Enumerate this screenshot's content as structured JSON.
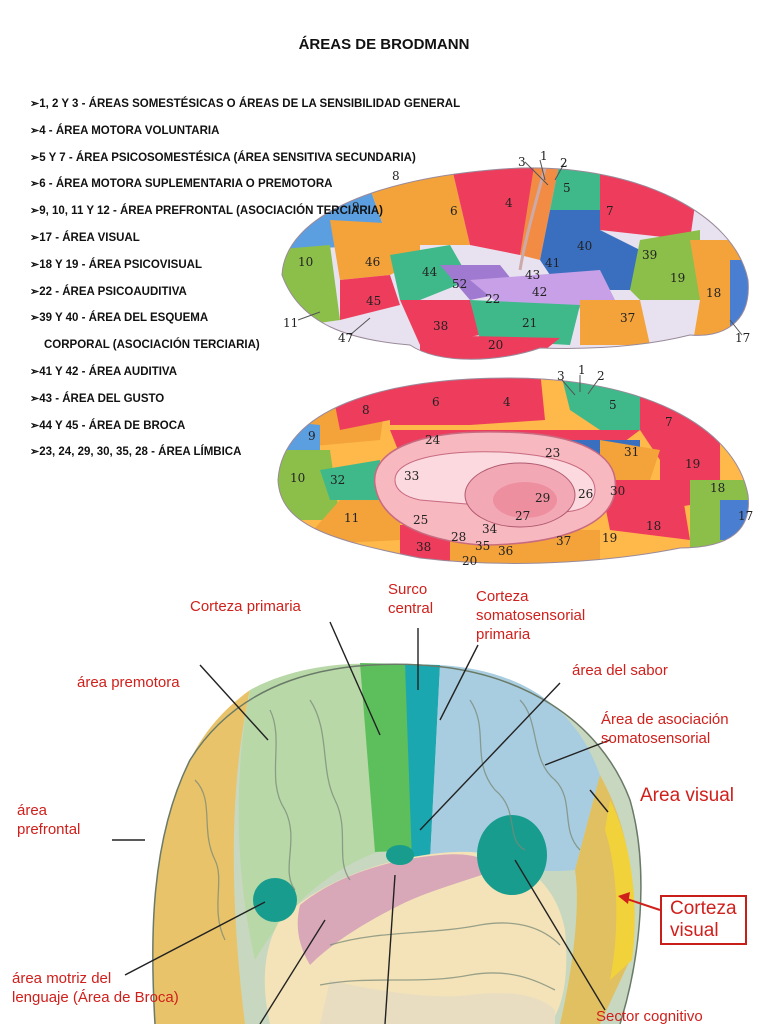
{
  "title": "ÁREAS DE BRODMANN",
  "list": [
    "1, 2 Y 3 - ÁREAS SOMESTÉSICAS O ÁREAS DE LA SENSIBILIDAD GENERAL",
    "4 - ÁREA MOTORA VOLUNTARIA",
    "5 Y 7 - ÁREA PSICOSOMESTÉSICA (ÁREA SENSITIVA SECUNDARIA)",
    "6 - ÁREA MOTORA SUPLEMENTARIA O PREMOTORA",
    "9, 10, 11 Y 12 - ÁREA PREFRONTAL (ASOCIACIÓN TERCIARIA)",
    "17 - ÁREA VISUAL",
    "18 Y 19 - ÁREA PSICOVISUAL",
    "22 - ÁREA PSICOAUDITIVA",
    "39 Y 40 - ÁREA DEL ESQUEMA",
    "CORPORAL (ASOCIACIÓN TERCIARIA)",
    "41 Y 42 - ÁREA AUDITIVA",
    "43 - ÁREA DEL GUSTO",
    "44 Y 45 - ÁREA DE BROCA",
    "23, 24, 29, 30, 35, 28 - ÁREA LÍMBICA"
  ],
  "lateral_numbers": [
    "3",
    "1",
    "2",
    "5",
    "8",
    "6",
    "4",
    "7",
    "9",
    "46",
    "10",
    "44",
    "52",
    "43",
    "40",
    "39",
    "41",
    "42",
    "22",
    "19",
    "45",
    "18",
    "11",
    "47",
    "38",
    "21",
    "37",
    "20",
    "17"
  ],
  "medial_numbers": [
    "3",
    "1",
    "2",
    "8",
    "6",
    "4",
    "5",
    "9",
    "24",
    "7",
    "23",
    "31",
    "19",
    "10",
    "32",
    "33",
    "29",
    "26",
    "30",
    "18",
    "11",
    "25",
    "27",
    "17",
    "28",
    "34",
    "37",
    "19",
    "18",
    "38",
    "35",
    "36",
    "20"
  ],
  "labels": {
    "corteza_primaria": "Corteza primaria",
    "surco_central_1": "Surco",
    "surco_central_2": "central",
    "somatosensorial_1": "Corteza",
    "somatosensorial_2": "somatosensorial",
    "somatosensorial_3": "primaria",
    "premotora": "área premotora",
    "sabor": "área del sabor",
    "asociacion_1": "Área de asociación",
    "asociacion_2": "somatosensorial",
    "visual": "Area visual",
    "prefrontal_1": "área",
    "prefrontal_2": "prefrontal",
    "corteza_visual_1": "Corteza",
    "corteza_visual_2": "visual",
    "broca_1": "área motriz del",
    "broca_2": "lenguaje (Área de Broca)",
    "cognitivo": "Sector cognitivo"
  },
  "colors": {
    "label_red": "#d0201c",
    "prefrontal": "#e9c36a",
    "premotor": "#b8d8a8",
    "motor": "#5cbf5c",
    "sensory": "#1aa7b0",
    "assoc": "#a9cde0",
    "visual": "#f2d23a",
    "temporal": "#f4e3b8"
  }
}
